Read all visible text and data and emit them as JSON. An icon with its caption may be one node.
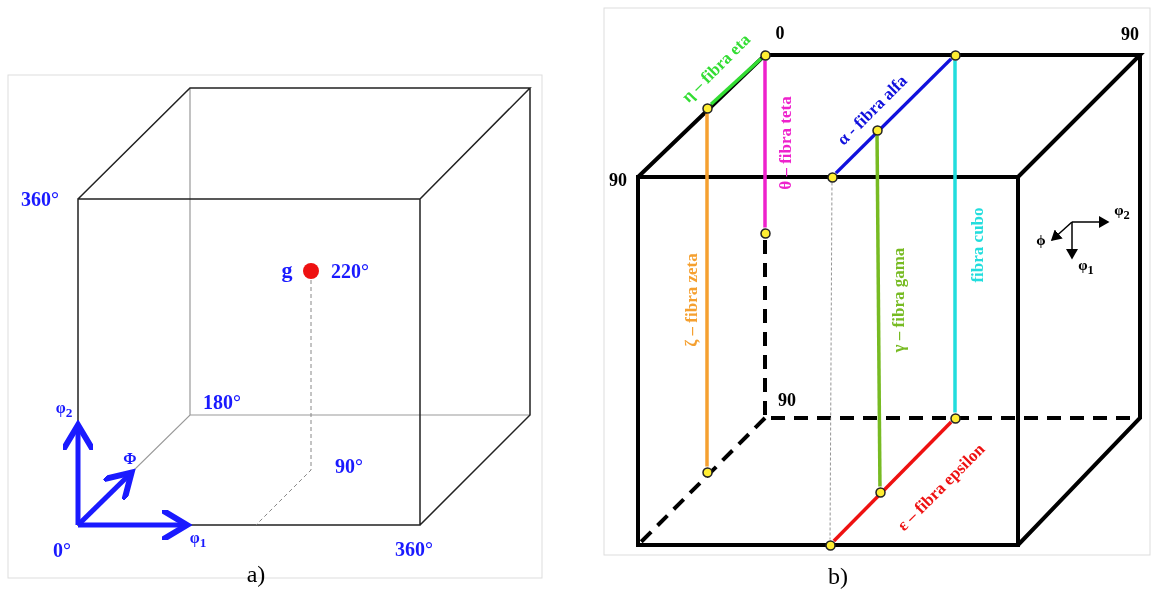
{
  "diagram": {
    "nodes": [
      {
        "text": [],
        "shape": "circle"
      },
      {
        "text": [],
        "shape": "circle"
      },
      {
        "text": [],
        "shape": "circle"
      },
      {
        "text": [],
        "shape": "circle"
      },
      {
        "text": [],
        "shape": "circle"
      },
      {
        "text": [],
        "shape": "circle"
      },
      {
        "text": [],
        "shape": "circle"
      },
      {
        "text": [],
        "shape": "circle"
      },
      {
        "text": [],
        "shape": "circle"
      },
      {
        "text": [],
        "shape": "circle"
      }
    ],
    "edges": [
      {
        "from": 2,
        "to": 0,
        "arrow": "none",
        "label": "η – fibra eta",
        "color": "#33dd33"
      },
      {
        "from": 0,
        "to": 5,
        "arrow": "none",
        "label": "θ – fibra teta",
        "color": "#ee22cc"
      },
      {
        "from": 4,
        "to": 1,
        "arrow": "none",
        "label": "α - fibra alfa",
        "color": "#1111dd"
      },
      {
        "from": 2,
        "to": 6,
        "arrow": "none",
        "label": "ζ – fibra zeta",
        "color": "#f5a030"
      },
      {
        "from": 3,
        "to": 8,
        "arrow": "none",
        "label": "γ – fibra gama",
        "color": "#77bb22"
      },
      {
        "from": 1,
        "to": 7,
        "arrow": "none",
        "label": "fibra cubo",
        "color": "#22dddd"
      },
      {
        "from": 9,
        "to": 7,
        "arrow": "none",
        "label": "ε – fibra epsilon",
        "color": "#ee1111"
      },
      {
        "from": 4,
        "to": 9,
        "arrow": "none",
        "style": "dashed",
        "color": "#888888"
      }
    ],
    "labels": [
      "360°",
      "g",
      "220°",
      "180°",
      "φ$_{2}$",
      "Φ",
      "90°",
      "0°",
      "φ$_{1}$",
      "360°",
      "a)",
      "0",
      "90",
      "90",
      "φ$_{2}$",
      "ϕ",
      "φ$_{1}$",
      "90",
      "b)"
    ]
  }
}
